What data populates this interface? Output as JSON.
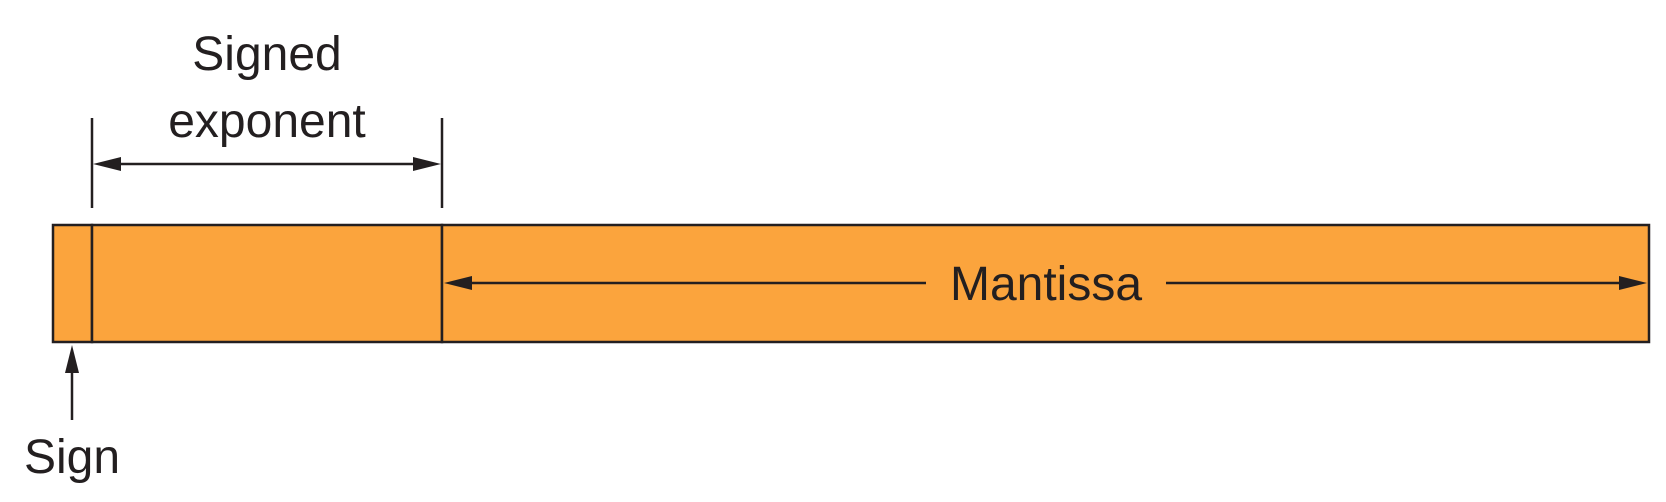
{
  "labels": {
    "signed_exponent_line1": "Signed",
    "signed_exponent_line2": "exponent",
    "mantissa": "Mantissa",
    "sign": "Sign"
  },
  "colors": {
    "field_fill": "#fba43d",
    "stroke": "#231f20",
    "background": "#ffffff"
  }
}
